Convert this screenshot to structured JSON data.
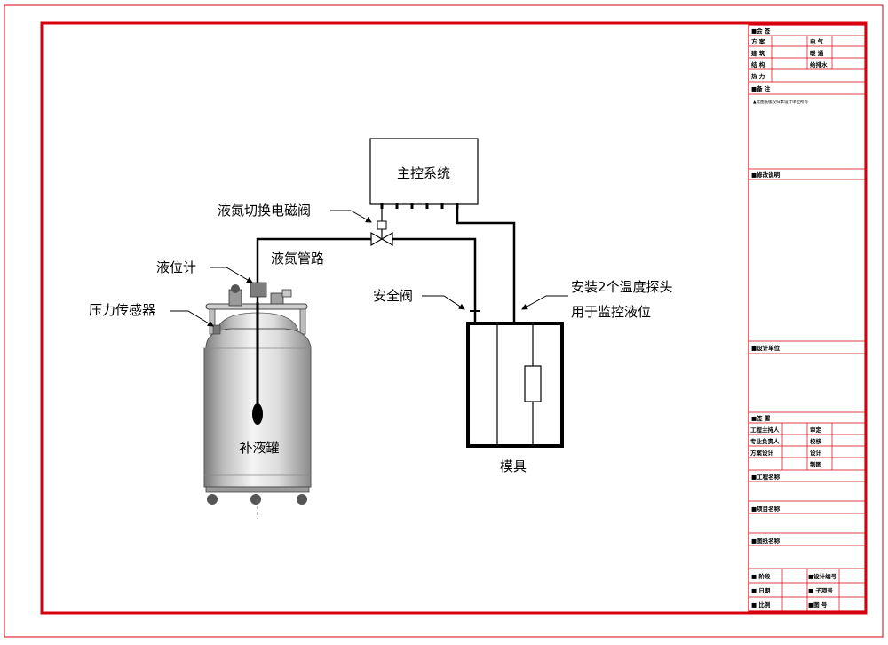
{
  "diagram": {
    "main_control": "主控系统",
    "solenoid_valve": "液氮切换电磁阀",
    "ln2_pipe": "液氮管路",
    "level_gauge": "液位计",
    "pressure_sensor": "压力传感器",
    "refill_tank": "补液罐",
    "safety_valve": "安全阀",
    "probe_note_line1": "安装2个温度探头",
    "probe_note_line2": "用于监控液位",
    "mold": "模具"
  },
  "title_block": {
    "countersign": "■会 签",
    "scheme": "方 案",
    "electrical": "电 气",
    "architecture": "建 筑",
    "hvac": "暖 通",
    "structure": "结 构",
    "plumbing": "给排水",
    "power": "热 力",
    "remarks": "■备 注",
    "remark_text": "▲此图纸版权归本设计单位所有",
    "revision_notes": "■修改说明",
    "design_unit": "■设计单位",
    "signatures": "■签 署",
    "project_lead": "工程主持人",
    "review": "审定",
    "discipline_lead": "专业负责人",
    "check": "校核",
    "scheme_design": "方案设计",
    "design": "设计",
    "drawing": "制图",
    "project_name": "■工程名称",
    "item_name": "■项目名称",
    "drawing_name": "■图纸名称",
    "stage": "■ 阶段",
    "design_number": "■设计编号",
    "date": "■ 日期",
    "sub_number": "■ 子项号",
    "scale": "■ 比例",
    "drawing_number": "■图 号"
  },
  "colors": {
    "frame": "#d7000f",
    "line": "#000000",
    "tank_gradient_dark": "#6f6f6f",
    "tank_gradient_light": "#f2f2f2"
  }
}
